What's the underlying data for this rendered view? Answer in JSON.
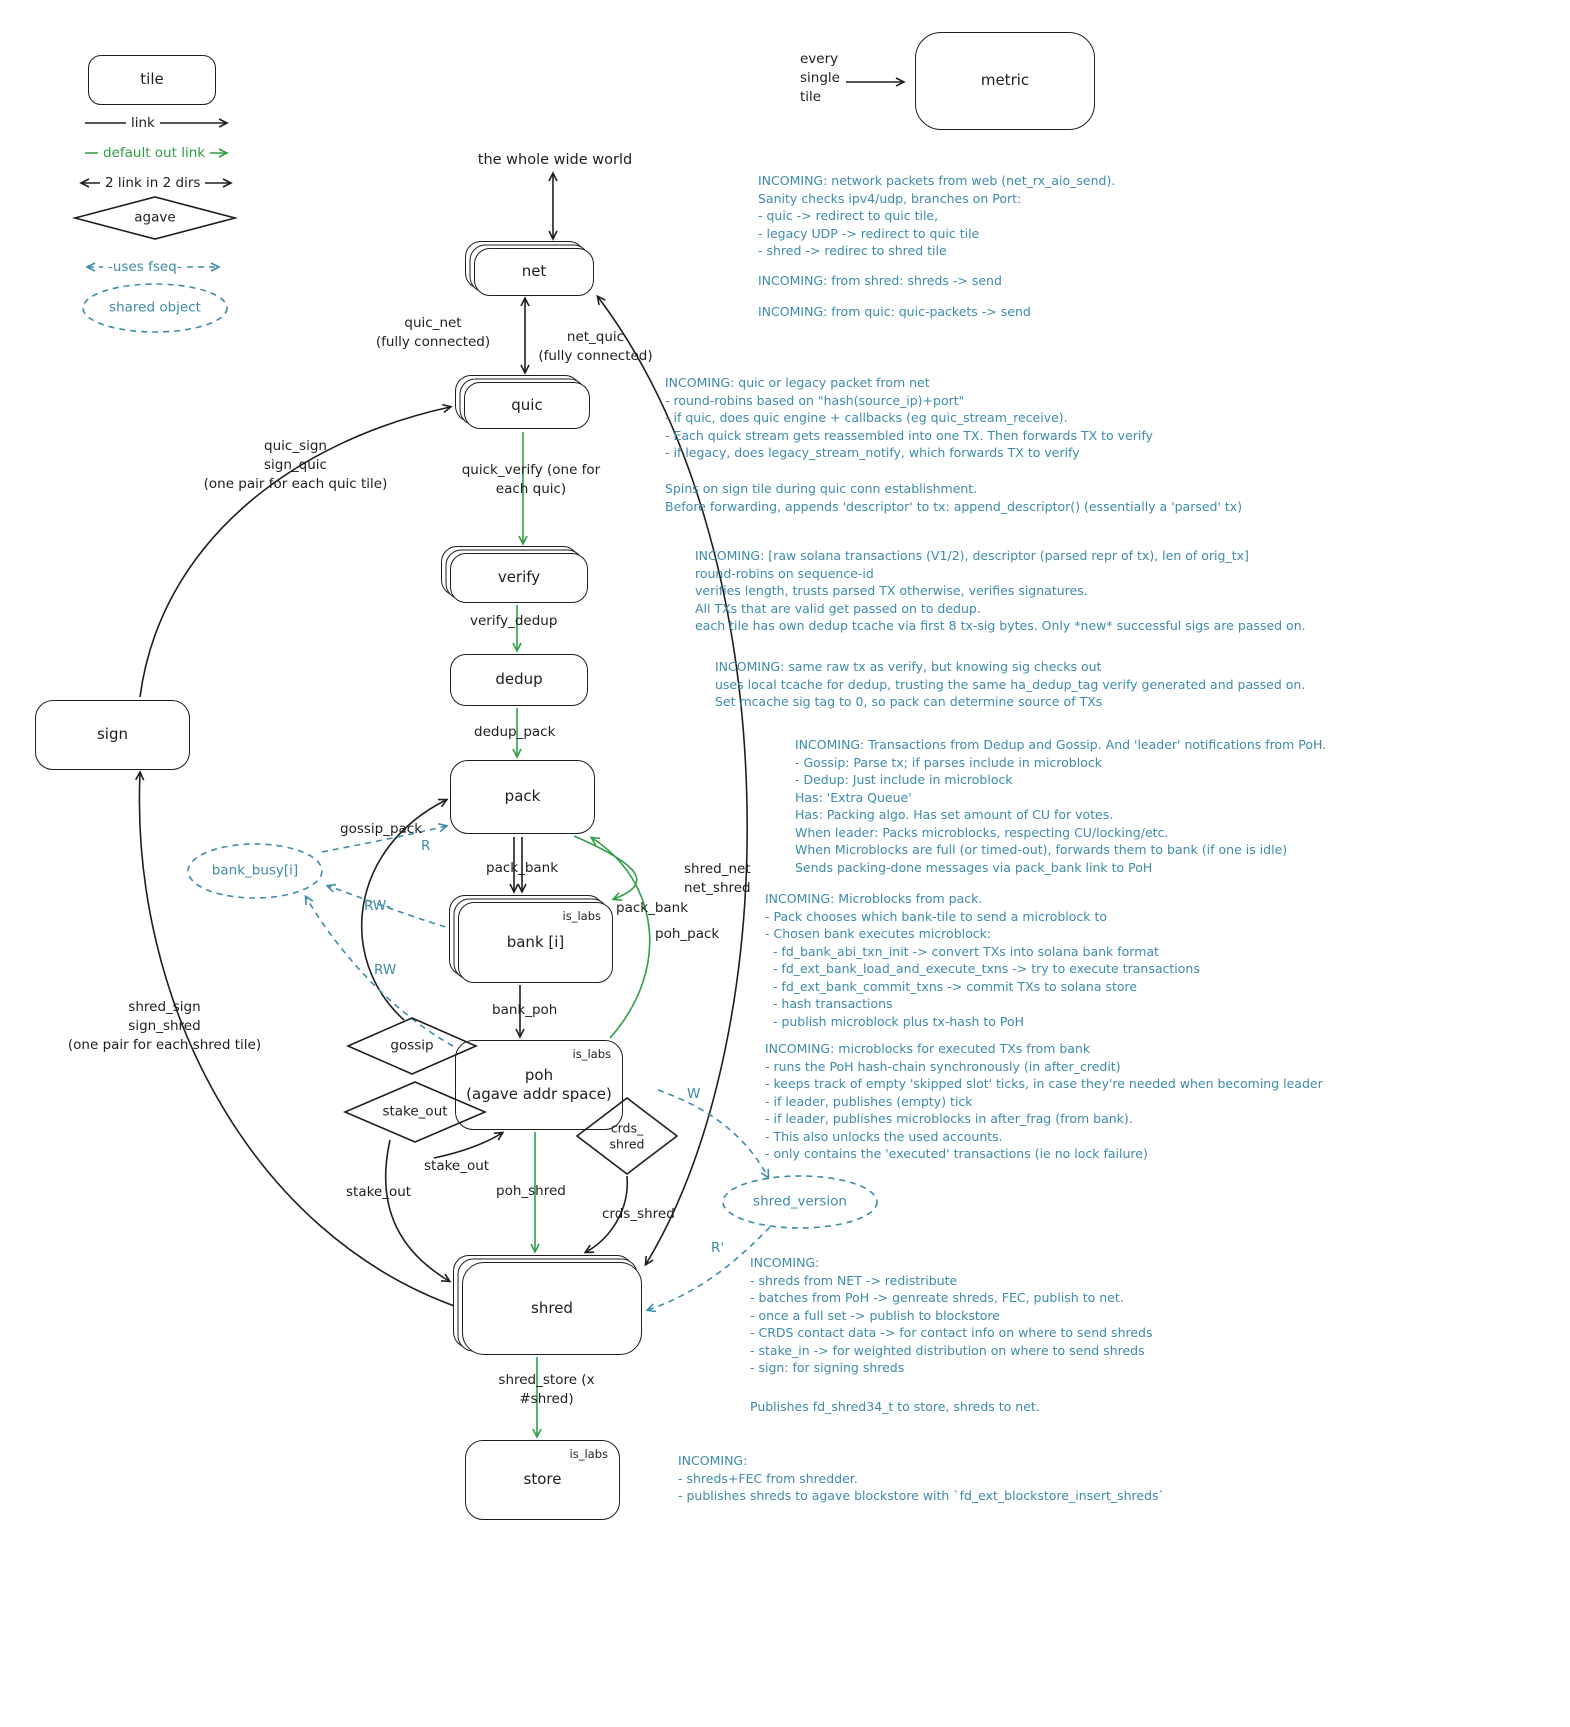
{
  "legend": {
    "tile_label": "tile",
    "link_label": "link",
    "default_out_link_label": "default out link",
    "two_dirs_label": "2 link in 2 dirs",
    "agave_label": "agave",
    "uses_fseq_label": "-uses fseq-",
    "shared_object_label": "shared object"
  },
  "metric": {
    "caption": "every\nsingle\ntile",
    "node_label": "metric"
  },
  "nodes": {
    "world_label": "the whole wide world",
    "net": "net",
    "quic": "quic",
    "verify": "verify",
    "dedup": "dedup",
    "pack": "pack",
    "bank": "bank [i]",
    "poh": "poh\n(agave addr space)",
    "shred": "shred",
    "store": "store",
    "sign": "sign",
    "gossip": "gossip",
    "stake_out": "stake_out",
    "crds_shred": "crds_\nshred",
    "bank_busy": "bank_busy[i]",
    "shred_version": "shred_version",
    "is_labs": "is_labs"
  },
  "edges": {
    "quic_net": "quic_net\n(fully connected)",
    "net_quic": "net_quic\n(fully connected)",
    "quic_sign": "quic_sign\nsign_quic\n(one pair for each quic tile)",
    "quick_verify": "quick_verify (one for\neach quic)",
    "verify_dedup": "verify_dedup",
    "dedup_pack": "dedup_pack",
    "gossip_pack": "gossip_pack",
    "pack_bank": "pack_bank",
    "pack_bank_r": "pack_bank",
    "poh_pack": "poh_pack",
    "shred_net": "shred_net\nnet_shred",
    "bank_poh": "bank_poh",
    "stake_out_poh": "stake_out",
    "stake_out_shred": "stake_out",
    "poh_shred": "poh_shred",
    "crds_shred": "crds_shred",
    "shred_sign": "shred_sign\nsign_shred\n(one pair for each shred tile)",
    "shred_store": "shred_store (x\n#shred)",
    "r": "R",
    "rw_minus": "RW-",
    "rw": "RW",
    "w": "W",
    "r_prime": "R'"
  },
  "annotations": {
    "net": "INCOMING: network packets from web (net_rx_aio_send).\nSanity checks ipv4/udp, branches on Port:\n- quic -> redirect to quic tile,\n- legacy UDP -> redirect to quic tile\n- shred -> redirec to shred tile",
    "net_from_shred": "INCOMING: from shred: shreds -> send",
    "net_from_quic": "INCOMING: from quic: quic-packets -> send",
    "quic": "INCOMING: quic or legacy packet from net\n- round-robins based on \"hash(source_ip)+port\"\n- if quic, does quic engine + callbacks (eg quic_stream_receive).\n- Each quick stream gets reassembled into one TX. Then forwards TX to verify\n- if legacy, does legacy_stream_notify, which forwards TX to verify",
    "quic_sign_note": "Spins on sign tile during quic conn establishment.\nBefore forwarding, appends 'descriptor' to tx: append_descriptor() (essentially a 'parsed' tx)",
    "verify": "INCOMING: [raw solana transactions (V1/2), descriptor (parsed repr of tx), len of orig_tx]\nround-robins on sequence-id\nverifies length, trusts parsed TX otherwise, verifies signatures.\nAll TXs that are valid get passed on to dedup.\neach tile has own dedup tcache via first 8 tx-sig bytes. Only *new* successful sigs are passed on.",
    "dedup": "INCOMING: same raw tx as verify, but knowing sig checks out\nuses local tcache for dedup, trusting the same ha_dedup_tag verify generated and passed on.\nSet mcache sig tag to 0, so pack can determine source of TXs",
    "pack": "INCOMING: Transactions from Dedup and Gossip. And 'leader' notifications from PoH.\n- Gossip: Parse tx; if parses include in microblock\n- Dedup: Just include in microblock\nHas: 'Extra Queue'\nHas: Packing algo. Has set amount of CU for votes.\nWhen leader: Packs microblocks, respecting CU/locking/etc.\nWhen Microblocks are full (or timed-out), forwards them to bank (if one is idle)\nSends packing-done messages via pack_bank link to PoH",
    "bank": "INCOMING: Microblocks from pack.\n- Pack chooses which bank-tile to send a microblock to\n- Chosen bank executes microblock:\n  - fd_bank_abi_txn_init -> convert TXs into solana bank format\n  - fd_ext_bank_load_and_execute_txns -> try to execute transactions\n  - fd_ext_bank_commit_txns -> commit TXs to solana store\n  - hash transactions\n  - publish microblock plus tx-hash to PoH",
    "poh": "INCOMING: microblocks for executed TXs from bank\n- runs the PoH hash-chain synchronously (in after_credit)\n- keeps track of empty 'skipped slot' ticks, in case they're needed when becoming leader\n- if leader, publishes (empty) tick\n- if leader, publishes microblocks in after_frag (from bank).\n- This also unlocks the used accounts.\n- only contains the 'executed' transactions (ie no lock failure)",
    "shred": "INCOMING:\n- shreds from NET -> redistribute\n- batches from PoH -> genreate shreds, FEC, publish to net.\n- once a full set -> publish to blockstore\n- CRDS contact data -> for contact info on where to send shreds\n- stake_in -> for weighted distribution on where to send shreds\n- sign: for signing shreds",
    "shred_publish": "Publishes fd_shred34_t to store, shreds to net.",
    "store": "INCOMING:\n- shreds+FEC from shredder.\n- publishes shreds to agave blockstore with `fd_ext_blockstore_insert_shreds`"
  },
  "colors": {
    "ink": "#1e1e1e",
    "green": "#2f9e44",
    "teal": "#3d8ba8"
  }
}
